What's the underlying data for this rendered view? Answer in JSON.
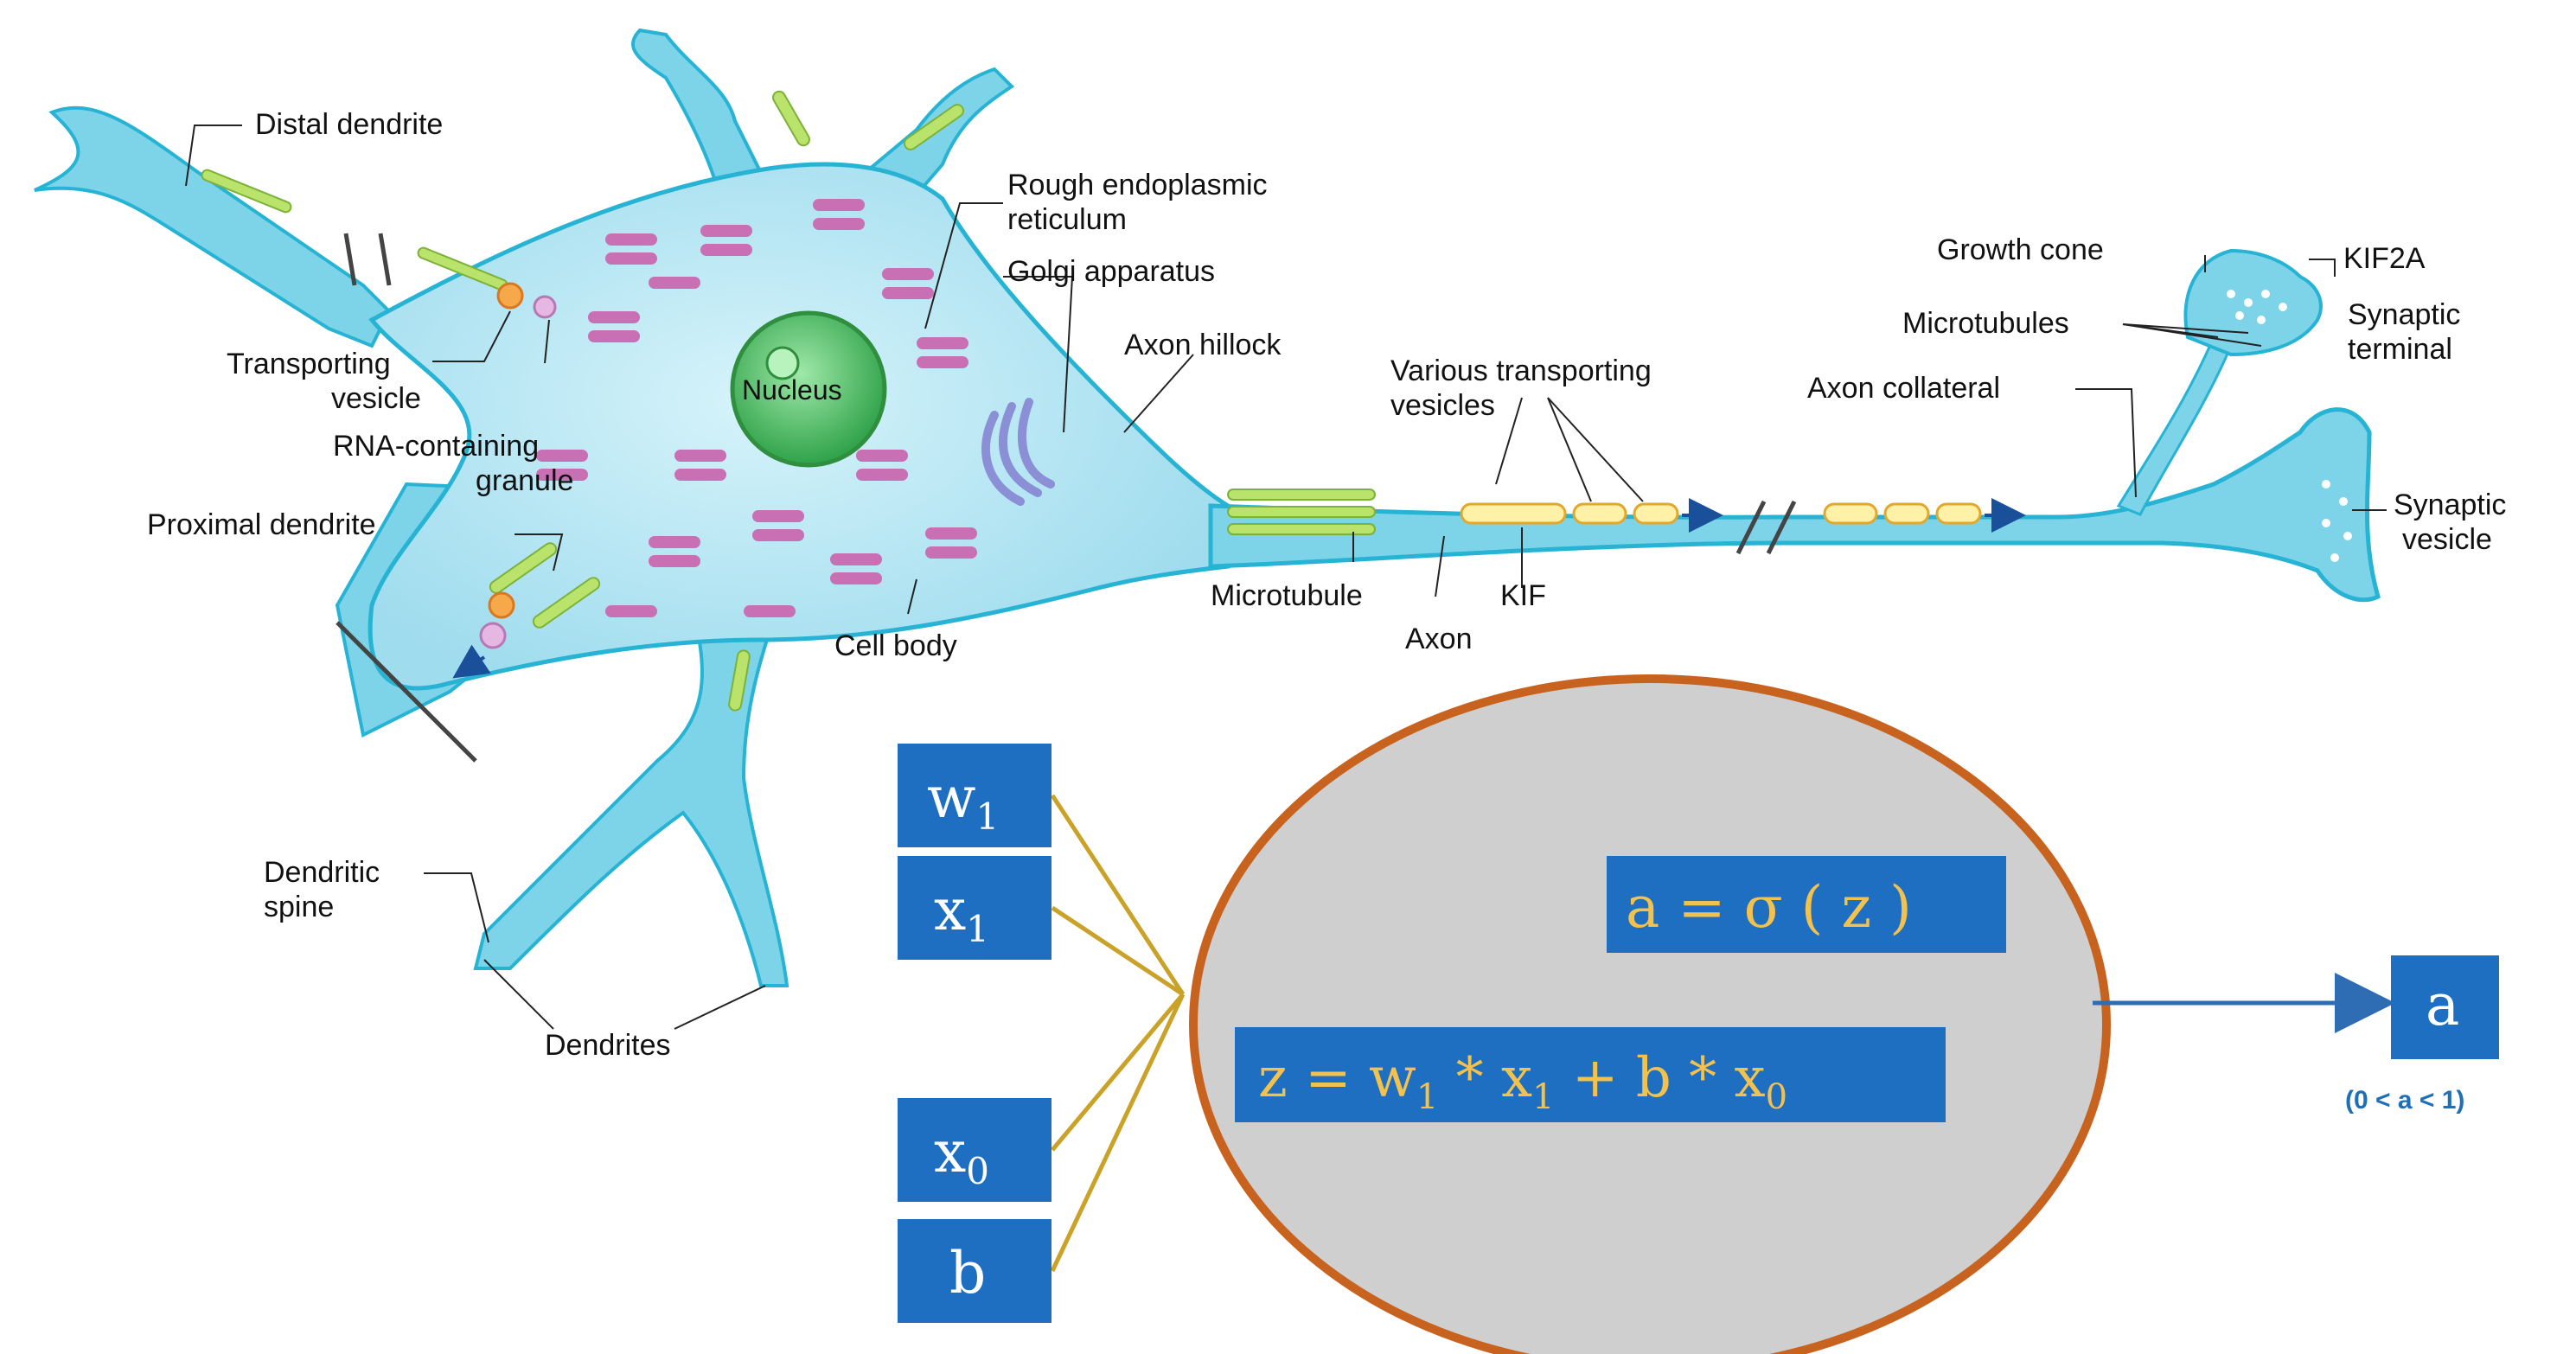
{
  "neuron_labels": {
    "distal_dendrite": "Distal dendrite",
    "rough_er_line1": "Rough endoplasmic",
    "rough_er_line2": "reticulum",
    "golgi": "Golgi apparatus",
    "transporting_vesicle_line1": "Transporting",
    "transporting_vesicle_line2": "vesicle",
    "rna_granule_line1": "RNA-containing",
    "rna_granule_line2": "granule",
    "proximal_dendrite": "Proximal dendrite",
    "nucleus": "Nucleus",
    "axon_hillock": "Axon hillock",
    "various_vesicles_line1": "Various transporting",
    "various_vesicles_line2": "vesicles",
    "microtubule": "Microtubule",
    "kif": "KIF",
    "axon": "Axon",
    "cell_body": "Cell body",
    "dendritic_spine_line1": "Dendritic",
    "dendritic_spine_line2": "spine",
    "dendrites": "Dendrites",
    "growth_cone": "Growth cone",
    "kif2a": "KIF2A",
    "microtubules": "Microtubules",
    "synaptic_terminal_line1": "Synaptic",
    "synaptic_terminal_line2": "terminal",
    "axon_collateral": "Axon collateral",
    "synaptic_vesicle_line1": "Synaptic",
    "synaptic_vesicle_line2": "vesicle"
  },
  "model": {
    "inputs": [
      {
        "base": "w",
        "sub": "1"
      },
      {
        "base": "x",
        "sub": "1"
      },
      {
        "base": "x",
        "sub": "0"
      },
      {
        "base": "b",
        "sub": ""
      }
    ],
    "activation_formula": "a = σ ( z )",
    "sum_formula": {
      "part1": "z = w",
      "sub1": "1",
      "part2": " * x",
      "sub2": "1",
      "part3": " + b * x",
      "sub3": "0"
    },
    "output": "a",
    "output_range": "(0 < a < 1)"
  },
  "colors": {
    "cell_fill": "#a9e3f2",
    "cell_edge": "#27b3d4",
    "box_fill": "#1e6fc1",
    "formula_text": "#f2c14e",
    "ellipse_fill": "#cfcfcf",
    "ellipse_stroke": "#c8621f",
    "connector": "#c9a227",
    "output_arrow": "#2e6db4"
  }
}
